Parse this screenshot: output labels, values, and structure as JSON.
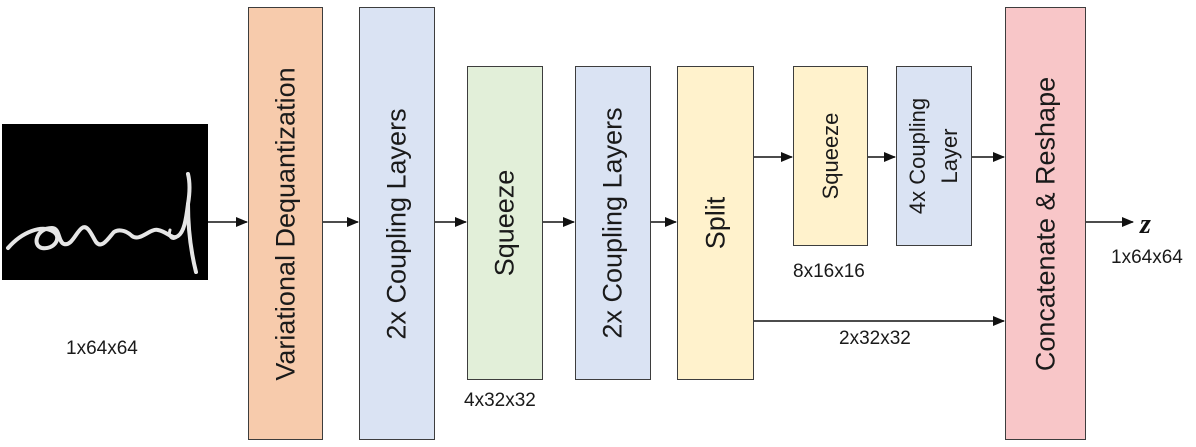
{
  "input": {
    "image_desc_icon": "handwriting-image",
    "shape": "1x64x64"
  },
  "blocks": {
    "dequantization": "Variational Dequantization",
    "coupling_1": "2x Coupling Layers",
    "squeeze_1": "Squeeze",
    "coupling_2": "2x Coupling Layers",
    "split": "Split",
    "squeeze_2": "Squeeze",
    "coupling_3_line1": "4x Coupling",
    "coupling_3_line2": "Layer",
    "concat": "Concatenate & Reshape"
  },
  "shapes": {
    "after_squeeze_1": "4x32x32",
    "after_squeeze_2": "8x16x16",
    "split_bypass": "2x32x32",
    "output": "1x64x64"
  },
  "output": {
    "symbol": "z"
  },
  "colors": {
    "dequantization": "#f7cbac",
    "coupling": "#dae3f3",
    "squeeze_1": "#e2efd9",
    "split_and_squeeze_2": "#fff2cc",
    "concat": "#f8c6c8"
  }
}
